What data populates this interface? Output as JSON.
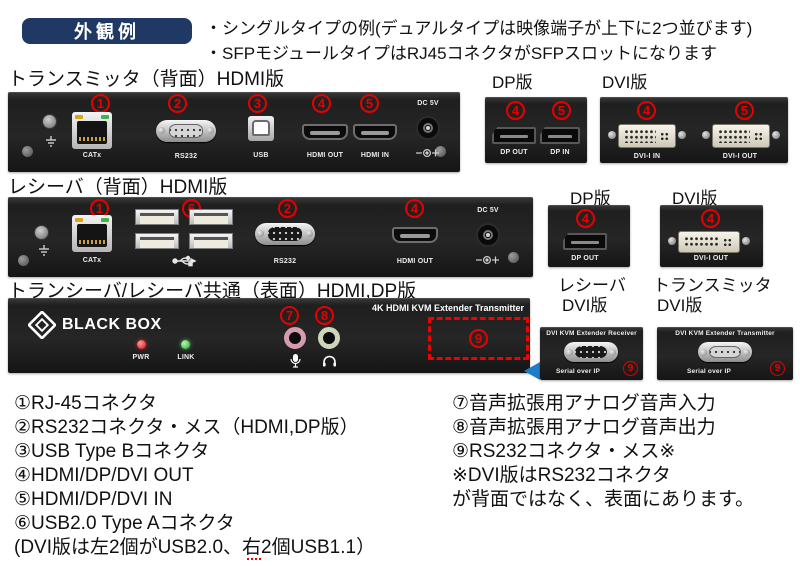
{
  "header": {
    "badge": "外観例",
    "note1": "・シングルタイプの例(デュアルタイプは映像端子が上下に2つ並びます)",
    "note2": "・SFPモジュールタイプはRJ45コネクタがSFPスロットになります"
  },
  "annot": [
    "1",
    "2",
    "3",
    "4",
    "5",
    "6",
    "7",
    "8",
    "9"
  ],
  "tx_rear": {
    "title": "トランスミッタ（背面）HDMI版",
    "catx": "CATx",
    "rs232": "RS232",
    "usb": "USB",
    "hdmi_out": "HDMI OUT",
    "hdmi_in": "HDMI IN",
    "dc": "DC 5V"
  },
  "dp_top": {
    "title": "DP版",
    "out": "DP OUT",
    "in": "DP IN"
  },
  "dvi_top": {
    "title": "DVI版",
    "in": "DVI-I IN",
    "out": "DVI-I OUT"
  },
  "rx_rear": {
    "title": "レシーバ（背面）HDMI版",
    "catx": "CATx",
    "rs232": "RS232",
    "hdmi_out": "HDMI OUT",
    "dc": "DC 5V"
  },
  "dp_mid": {
    "title": "DP版",
    "out": "DP OUT"
  },
  "dvi_mid": {
    "title": "DVI版",
    "out": "DVI-I OUT"
  },
  "front": {
    "title": "トランシーバ/レシーバ共通（表面）HDMI,DP版",
    "brand": "BLACK BOX",
    "pwr": "PWR",
    "link": "LINK",
    "model": "4K HDMI KVM Extender Transmitter"
  },
  "rx_dvi_small": {
    "caption1": "レシーバ",
    "caption2": "DVI版",
    "header": "DVI KVM Extender Receiver",
    "footer": "Serial over IP"
  },
  "tx_dvi_small": {
    "caption1": "トランスミッタ",
    "caption2": "DVI版",
    "header": "DVI KVM Extender Transmitter",
    "footer": "Serial over IP"
  },
  "legend_left": [
    "①RJ-45コネクタ",
    "②RS232コネクタ・メス（HDMI,DP版）",
    "③USB Type Bコネクタ",
    "④HDMI/DP/DVI OUT",
    "⑤HDMI/DP/DVI IN",
    "⑥USB2.0 Type Aコネクタ",
    "(DVI版は左2個がUSB2.0、右2個USB1.1）"
  ],
  "legend_right": [
    "⑦音声拡張用アナログ音声入力",
    "⑧音声拡張用アナログ音声出力",
    "⑨RS232コネクタ・メス※",
    "※DVI版はRS232コネクタ",
    "が背面ではなく、表面にあります。"
  ],
  "colors": {
    "badge_navy": "#1f3864",
    "annotation_red": "#e60000",
    "arrow_blue": "#1e7dc8",
    "dashed_red": "#f00000",
    "panel_black": "#242424"
  },
  "icons": {
    "ground-icon": "earth-ground svg lines",
    "usb-icon": "usb trident svg",
    "mic-icon": "microphone svg",
    "headphones-icon": "headphones svg",
    "blackbox-logo-icon": "double diamond svg",
    "dc-polarity-icon": "center-positive polarity svg",
    "pointer-arrow-icon": "blue left arrow css"
  }
}
